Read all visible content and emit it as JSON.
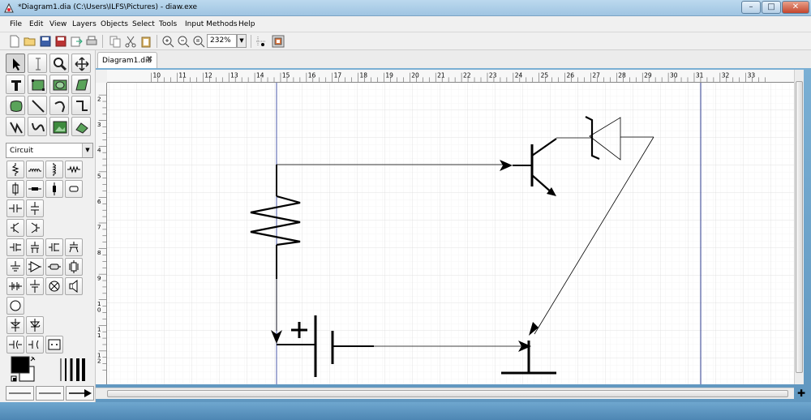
{
  "window": {
    "title": "*Diagram1.dia (C:\\Users\\ILFS\\Pictures) - diaw.exe",
    "minimize": "–",
    "maximize": "□",
    "close": "✕"
  },
  "menu": [
    "File",
    "Edit",
    "View",
    "Layers",
    "Objects",
    "Select",
    "Tools",
    "Input Methods",
    "Help"
  ],
  "toolbar": {
    "zoom_value": "232%"
  },
  "toolbox": {
    "sheet_name": "Circuit"
  },
  "tab": {
    "label": "Diagram1.dia",
    "close": "✖"
  },
  "ruler": {
    "top_labels": [
      "10",
      "11",
      "12",
      "13",
      "14",
      "15",
      "16",
      "17",
      "18",
      "19",
      "20",
      "21",
      "22",
      "23",
      "24",
      "25",
      "26",
      "27",
      "28",
      "29",
      "30",
      "31",
      "32",
      "33"
    ],
    "left_labels": [
      "2",
      "3",
      "4",
      "5",
      "6",
      "7",
      "8",
      "9",
      "1\n0",
      "1\n1",
      "1\n2"
    ]
  },
  "colors": {
    "guide": "#2b3a8c",
    "grid": "#e2e2e2",
    "wire": "#000000"
  }
}
